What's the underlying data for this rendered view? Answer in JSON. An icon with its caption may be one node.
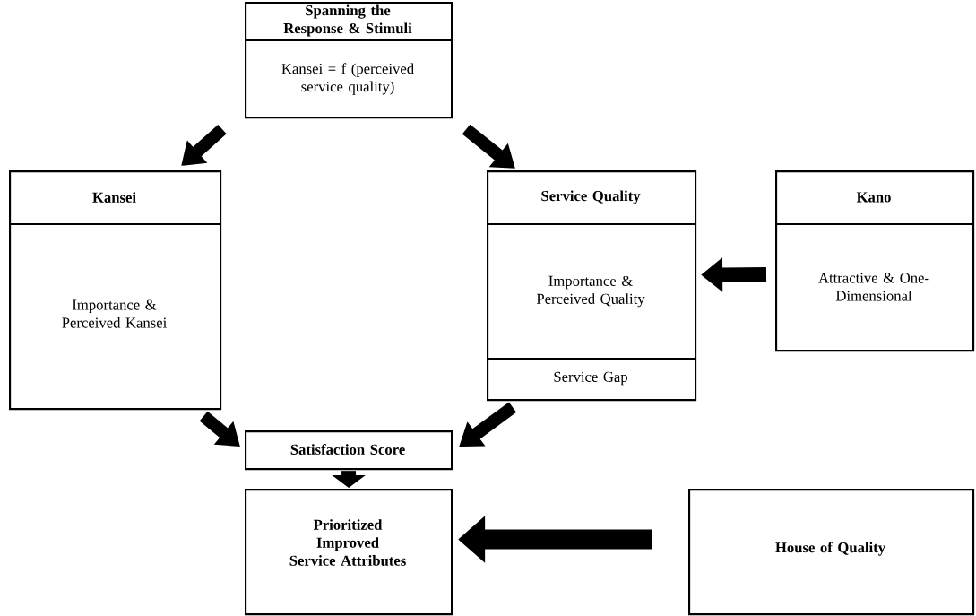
{
  "diagram": {
    "nodes": [
      {
        "text": [
          "Spanning the Response & Stimuli",
          "Kansei = f (perceived service quality)"
        ]
      },
      {
        "text": [
          "Kansei",
          "Importance & Perceived Kansei"
        ]
      },
      {
        "text": [
          "Service Quality",
          "Importance & Perceived Quality",
          "Service Gap"
        ]
      },
      {
        "text": [
          "Kano",
          "Attractive & One-Dimensional"
        ]
      },
      {
        "text": [
          "Satisfaction Score"
        ]
      },
      {
        "text": [
          "Prioritized Improved Service Attributes"
        ]
      },
      {
        "text": [
          "House of Quality"
        ]
      }
    ],
    "edges": [
      {
        "from": 0,
        "to": 1,
        "arrow": "to"
      },
      {
        "from": 0,
        "to": 2,
        "arrow": "to"
      },
      {
        "from": 3,
        "to": 2,
        "arrow": "to"
      },
      {
        "from": 1,
        "to": 4,
        "arrow": "to"
      },
      {
        "from": 2,
        "to": 4,
        "arrow": "to"
      },
      {
        "from": 4,
        "to": 5,
        "arrow": "to"
      },
      {
        "from": 6,
        "to": 5,
        "arrow": "to"
      }
    ]
  }
}
